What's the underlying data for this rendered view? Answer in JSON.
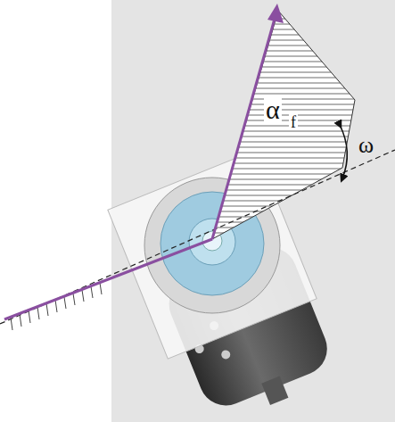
{
  "diagram": {
    "labels": [
      "α",
      "f",
      "ω"
    ]
  }
}
